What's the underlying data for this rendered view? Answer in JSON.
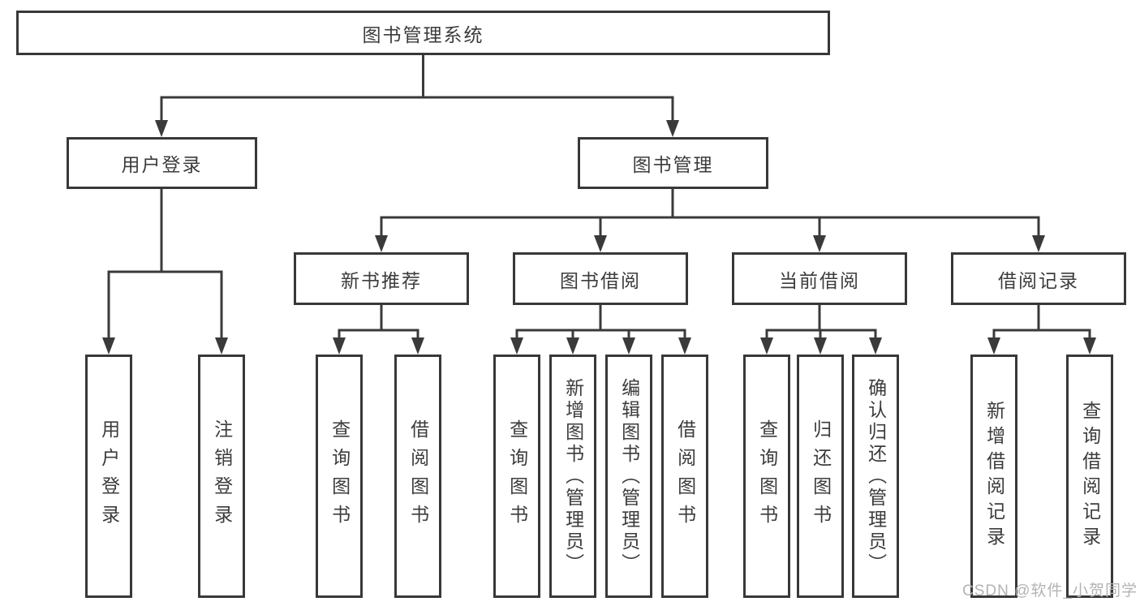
{
  "diagram": {
    "title": "图书管理系统",
    "watermark": "CSDN @软件_小贺同学",
    "colors": {
      "line": "#3a3a3a",
      "box_border": "#383838",
      "text": "#3c3c3c",
      "watermark": "#b3b3b3",
      "background": "#ffffff"
    },
    "tree": {
      "root": {
        "label": "图书管理系统",
        "children": [
          {
            "label": "用户登录",
            "children": [
              {
                "label": "用户登录"
              },
              {
                "label": "注销登录"
              }
            ]
          },
          {
            "label": "图书管理",
            "children": [
              {
                "label": "新书推荐",
                "children": [
                  {
                    "label": "查询图书"
                  },
                  {
                    "label": "借阅图书"
                  }
                ]
              },
              {
                "label": "图书借阅",
                "children": [
                  {
                    "label": "查询图书"
                  },
                  {
                    "label": "新增图书（管理员）"
                  },
                  {
                    "label": "编辑图书（管理员）"
                  },
                  {
                    "label": "借阅图书"
                  }
                ]
              },
              {
                "label": "当前借阅",
                "children": [
                  {
                    "label": "查询图书"
                  },
                  {
                    "label": "归还图书"
                  },
                  {
                    "label": "确认归还（管理员）"
                  }
                ]
              },
              {
                "label": "借阅记录",
                "children": [
                  {
                    "label": "新增借阅记录"
                  },
                  {
                    "label": "查询借阅记录"
                  }
                ]
              }
            ]
          }
        ]
      }
    }
  }
}
